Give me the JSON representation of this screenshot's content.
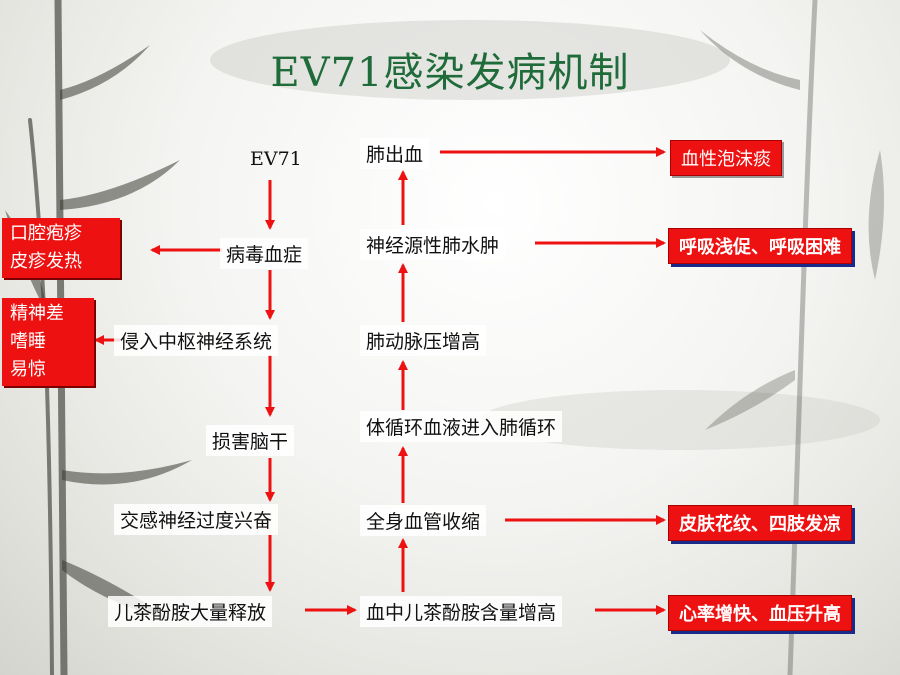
{
  "title": "EV71感染发病机制",
  "left_chain": {
    "ev71": "EV71",
    "viremia": "病毒血症",
    "cns": "侵入中枢神经系统",
    "brainstem": "损害脑干",
    "sympathetic": "交感神经过度兴奋",
    "catecholamine_release": "儿茶酚胺大量释放"
  },
  "right_chain": {
    "catecholamine_level": "血中儿茶酚胺含量增高",
    "vasoconstriction": "全身血管收缩",
    "pulmonary_circulation": "体循环血液进入肺循环",
    "pulmonary_pressure": "肺动脉压增高",
    "neurogenic_edema": "神经源性肺水肿",
    "hemorrhage": "肺出血"
  },
  "symptoms_left": {
    "mouth": [
      "口腔疱疹",
      "皮疹发热"
    ],
    "mental": [
      "精神差",
      "嗜睡",
      "易惊"
    ]
  },
  "symptoms_right": {
    "foam_sputum": "血性泡沫痰",
    "breathing": "呼吸浅促、呼吸困难",
    "skin": "皮肤花纹、四肢发凉",
    "heart": "心率增快、血压升高"
  },
  "colors": {
    "title": "#1f6b3a",
    "arrow": "#ee1111",
    "box": "#ee1111"
  }
}
